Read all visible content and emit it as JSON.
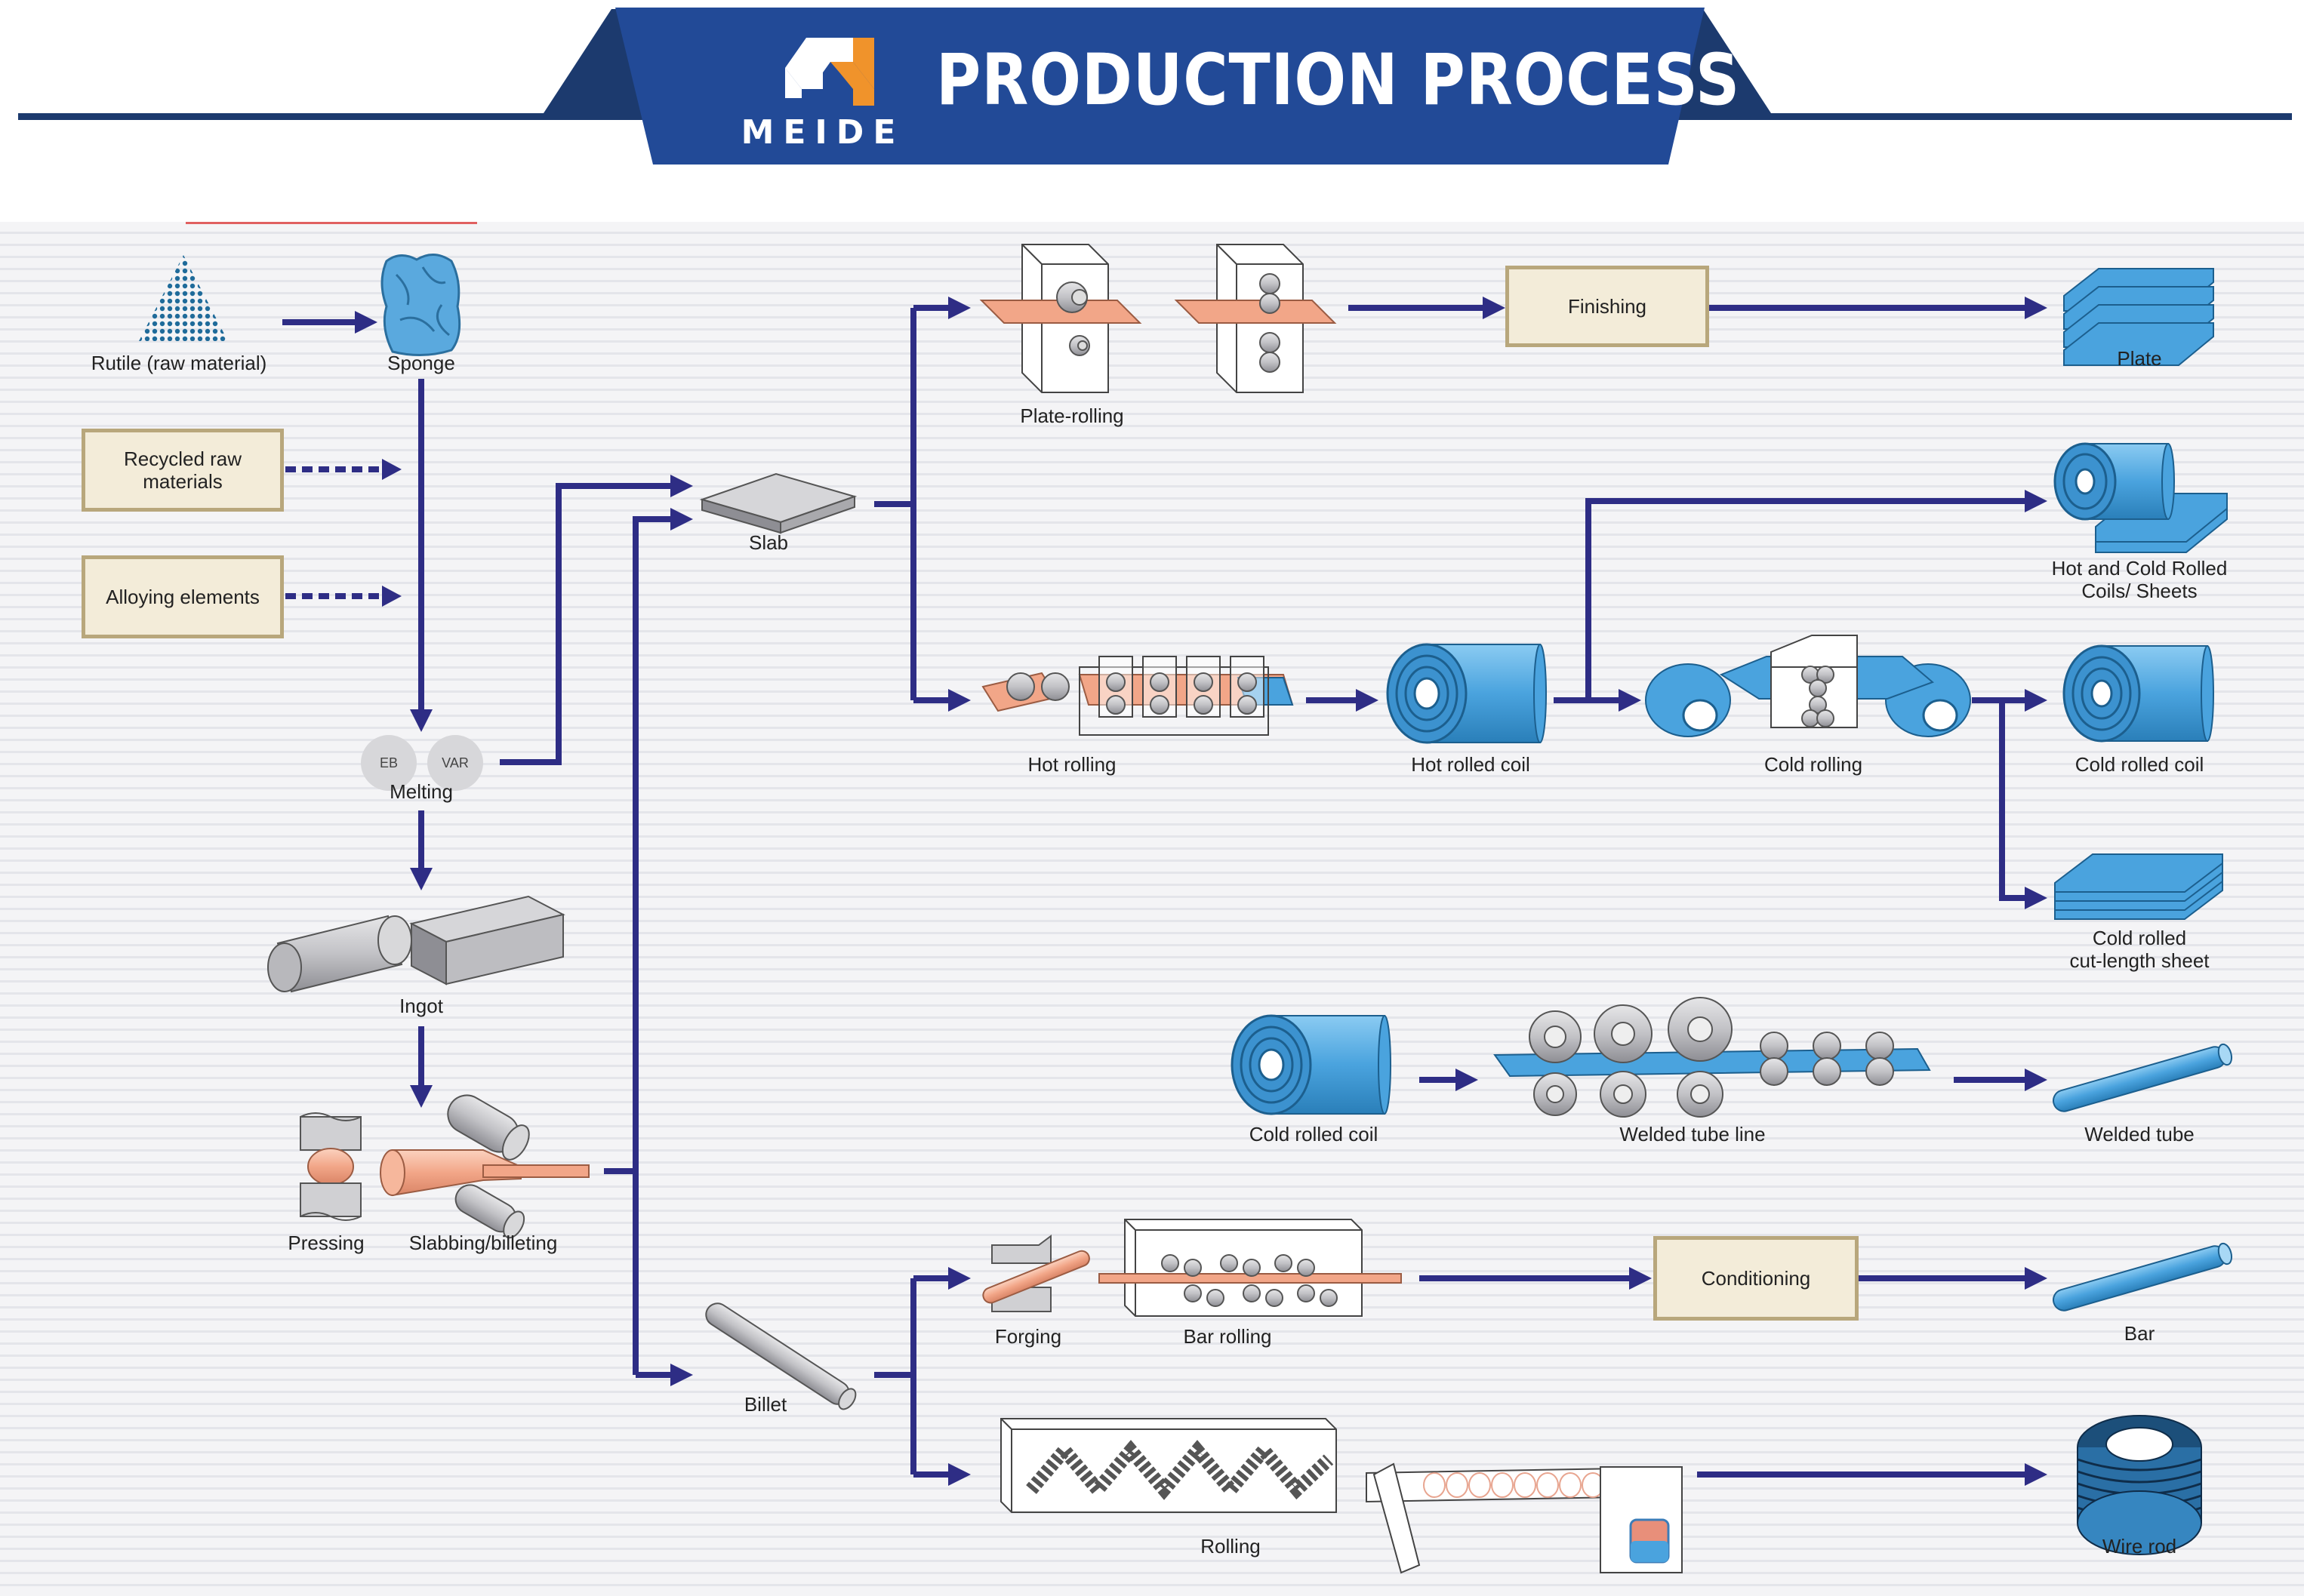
{
  "header": {
    "title": "PRODUCTION PROCESS",
    "brand": "MEIDE"
  },
  "colors": {
    "banner_blue": "#224a97",
    "dark_navy": "#1c3a6e",
    "logo_orange": "#f0932b",
    "arrow_navy": "#2e2d85",
    "material_blue": "#4aa3de",
    "hot_metal": "#f2a688",
    "box_fill": "#f3ecd9",
    "box_border": "#b8a77c"
  },
  "inputs": {
    "rutile": "Rutile (raw material)",
    "sponge": "Sponge",
    "recycled": "Recycled raw materials",
    "alloying": "Alloying elements"
  },
  "melting": {
    "eb": "EB",
    "var": "VAR",
    "label": "Melting"
  },
  "primary": {
    "ingot": "Ingot",
    "pressing": "Pressing",
    "slabbing": "Slabbing/billeting",
    "slab": "Slab",
    "billet": "Billet"
  },
  "processes": {
    "plate_rolling": "Plate-rolling",
    "finishing": "Finishing",
    "hot_rolling": "Hot rolling",
    "cold_rolling": "Cold rolling",
    "welded_tube_line": "Welded tube line",
    "forging": "Forging",
    "bar_rolling": "Bar rolling",
    "conditioning": "Conditioning",
    "rolling": "Rolling"
  },
  "intermediates": {
    "hot_rolled_coil": "Hot rolled coil",
    "cold_rolled_coil_input": "Cold rolled coil"
  },
  "products": {
    "plate": "Plate",
    "hot_cold_coils_line1": "Hot and Cold Rolled",
    "hot_cold_coils_line2": "Coils/ Sheets",
    "cold_rolled_coil": "Cold rolled coil",
    "cold_cut_sheet_line1": "Cold rolled",
    "cold_cut_sheet_line2": "cut-length sheet",
    "welded_tube": "Welded tube",
    "bar": "Bar",
    "wire_rod": "Wire rod"
  }
}
